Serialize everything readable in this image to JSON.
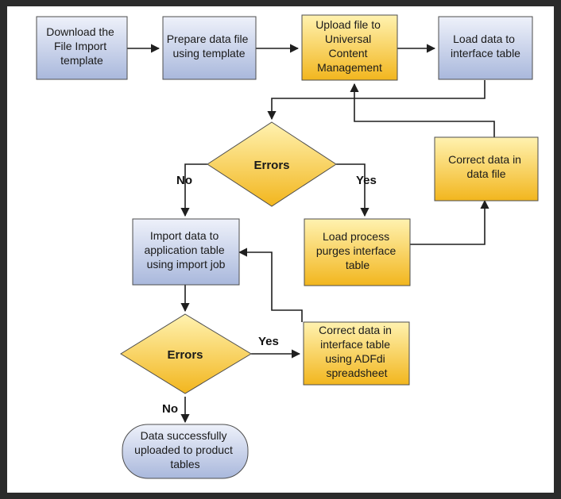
{
  "nodes": {
    "download": [
      "Download the",
      "File Import",
      "template"
    ],
    "prepare": [
      "Prepare data file",
      "using template"
    ],
    "upload": [
      "Upload file to",
      "Universal",
      "Content",
      "Management"
    ],
    "load": [
      "Load data to",
      "interface table"
    ],
    "errors1": [
      "Errors"
    ],
    "correct_file": [
      "Correct data in",
      "data file"
    ],
    "import": [
      "Import data to",
      "application table",
      "using import job"
    ],
    "purge": [
      "Load process",
      "purges interface",
      "table"
    ],
    "errors2": [
      "Errors"
    ],
    "correct_interface": [
      "Correct data in",
      "interface table",
      "using ADFdi",
      "spreadsheet"
    ],
    "success": [
      "Data successfully",
      "uploaded to product",
      "tables"
    ]
  },
  "labels": {
    "no1": "No",
    "yes1": "Yes",
    "yes2": "Yes",
    "no2": "No"
  },
  "colors": {
    "blue_top": "#eef1fa",
    "blue_bottom": "#a9b8dc",
    "gold_top": "#fff2b0",
    "gold_bottom": "#f2b61e",
    "border": "#4d4d4d"
  }
}
